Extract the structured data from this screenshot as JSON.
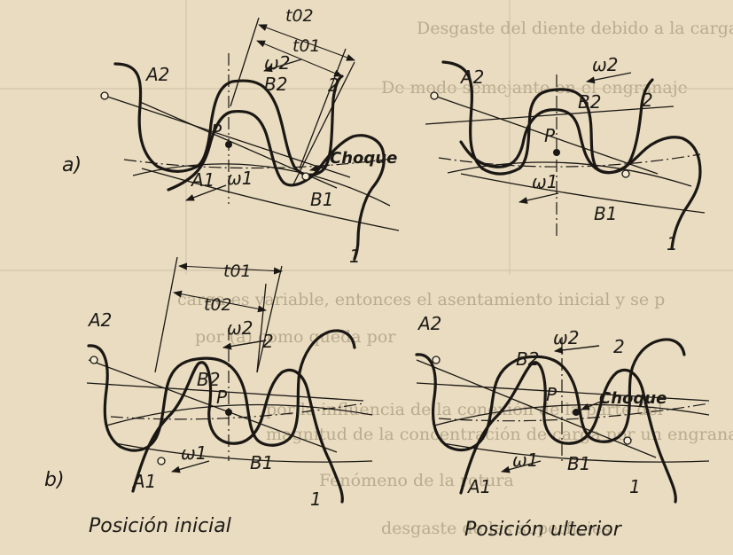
{
  "background_text": [
    "Desgaste del diente debido a la carga de choque",
    "De modo semejante en el engranaje",
    "carga es variable, entonces el asentamiento inicial y se p",
    "por (a) como queda por",
    "por la influencia de la conexión de la parte del",
    "magnitud de la concentración de carga por un engranaje",
    "Fenómeno de la rotura",
    "desgaste de las superficies"
  ],
  "panels": {
    "a_left": {
      "row_label": "a)",
      "labels": {
        "A2": "A2",
        "B2": "B2",
        "A1": "A1",
        "B1": "B1",
        "P": "P",
        "gear2": "2",
        "gear1": "1",
        "omega2": "ω2",
        "omega1": "ω1",
        "t1": "t01",
        "t2": "t02",
        "impact": "Choque"
      }
    },
    "a_right": {
      "labels": {
        "A2": "A2",
        "B2": "B2",
        "A1": "",
        "B1": "B1",
        "P": "P",
        "gear2": "2",
        "gear1": "1",
        "omega2": "ω2",
        "omega1": "ω1"
      }
    },
    "b_left": {
      "row_label": "b)",
      "labels": {
        "A2": "A2",
        "B2": "B2",
        "A1": "A1",
        "B1": "B1",
        "P": "P",
        "gear2": "2",
        "gear1": "1",
        "omega2": "ω2",
        "omega1": "ω1",
        "t1": "t01",
        "t2": "t02"
      }
    },
    "b_right": {
      "labels": {
        "A2": "A2",
        "B2": "B2",
        "A1": "A1",
        "B1": "B1",
        "P": "P",
        "gear2": "2",
        "gear1": "1",
        "omega2": "ω2",
        "omega1": "ω1",
        "impact": "Choque"
      }
    }
  },
  "captions": {
    "initial": "Posición inicial",
    "later": "Posición ulterior"
  }
}
